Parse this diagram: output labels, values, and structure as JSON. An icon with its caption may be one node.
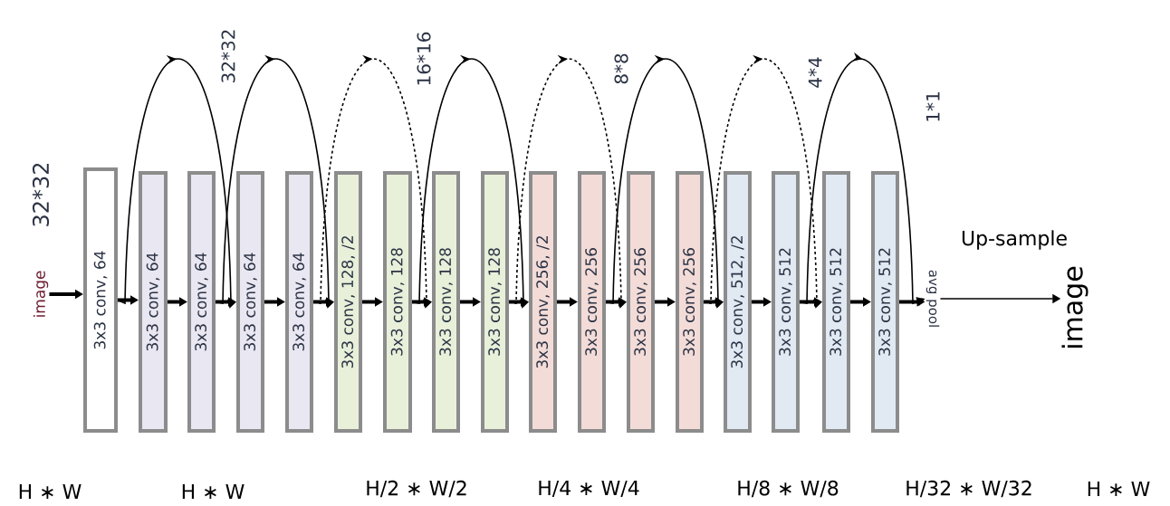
{
  "diagram": {
    "nodes": [
      {
        "text": [
          "image"
        ]
      },
      {
        "text": [
          "3x3 conv, 64"
        ]
      },
      {
        "text": [
          "3x3 conv, 64"
        ]
      },
      {
        "text": [
          "3x3 conv, 64"
        ]
      },
      {
        "text": [
          "3x3 conv, 64"
        ]
      },
      {
        "text": [
          "3x3 conv, 64"
        ]
      },
      {
        "text": [
          "3x3 conv, 128, /2"
        ]
      },
      {
        "text": [
          "3x3 conv, 128"
        ]
      },
      {
        "text": [
          "3x3 conv, 128"
        ]
      },
      {
        "text": [
          "3x3 conv, 128"
        ]
      },
      {
        "text": [
          "3x3 conv, 256, /2"
        ]
      },
      {
        "text": [
          "3x3 conv, 256"
        ]
      },
      {
        "text": [
          "3x3 conv, 256"
        ]
      },
      {
        "text": [
          "3x3 conv, 256"
        ]
      },
      {
        "text": [
          "3x3 conv, 512, /2"
        ]
      },
      {
        "text": [
          "3x3 conv, 512"
        ]
      },
      {
        "text": [
          "3x3 conv, 512"
        ]
      },
      {
        "text": [
          "3x3 conv, 512"
        ]
      },
      {
        "text": [
          "avg pool"
        ]
      },
      {
        "text": [
          "image"
        ]
      }
    ],
    "edges": [
      {
        "from": 0,
        "to": 1,
        "arrow": "to"
      },
      {
        "from": 1,
        "to": 2,
        "arrow": "to"
      },
      {
        "from": 2,
        "to": 3,
        "arrow": "to"
      },
      {
        "from": 3,
        "to": 4,
        "arrow": "to"
      },
      {
        "from": 4,
        "to": 5,
        "arrow": "to"
      },
      {
        "from": 5,
        "to": 6,
        "arrow": "to"
      },
      {
        "from": 6,
        "to": 7,
        "arrow": "to"
      },
      {
        "from": 7,
        "to": 8,
        "arrow": "to"
      },
      {
        "from": 8,
        "to": 9,
        "arrow": "to"
      },
      {
        "from": 9,
        "to": 10,
        "arrow": "to"
      },
      {
        "from": 10,
        "to": 11,
        "arrow": "to"
      },
      {
        "from": 11,
        "to": 12,
        "arrow": "to"
      },
      {
        "from": 12,
        "to": 13,
        "arrow": "to"
      },
      {
        "from": 13,
        "to": 14,
        "arrow": "to"
      },
      {
        "from": 14,
        "to": 15,
        "arrow": "to"
      },
      {
        "from": 15,
        "to": 16,
        "arrow": "to"
      },
      {
        "from": 16,
        "to": 17,
        "arrow": "to"
      },
      {
        "from": 17,
        "to": 18,
        "arrow": "to"
      },
      {
        "from": 18,
        "to": 19,
        "arrow": "to",
        "label": "Up-sample"
      },
      {
        "from": 1,
        "to": 4,
        "arrow": "to"
      },
      {
        "from": 3,
        "to": 6,
        "arrow": "to"
      },
      {
        "from": 5,
        "to": 8,
        "arrow": "to",
        "style": "dashed"
      },
      {
        "from": 7,
        "to": 10,
        "arrow": "to"
      },
      {
        "from": 9,
        "to": 12,
        "arrow": "to",
        "style": "dashed"
      },
      {
        "from": 11,
        "to": 14,
        "arrow": "to"
      },
      {
        "from": 13,
        "to": 16,
        "arrow": "to",
        "style": "dashed"
      },
      {
        "from": 15,
        "to": 18,
        "arrow": "to"
      }
    ],
    "labels": [
      "32*32",
      "16*16",
      "8*8",
      "4*4",
      "1*1",
      "32*32",
      "H ∗ W",
      "H ∗ W",
      "H/2 ∗ W/2",
      "H/4 ∗ W/4",
      "H/8 ∗ W/8",
      "H/32 ∗ W/32",
      "H ∗ W"
    ]
  }
}
